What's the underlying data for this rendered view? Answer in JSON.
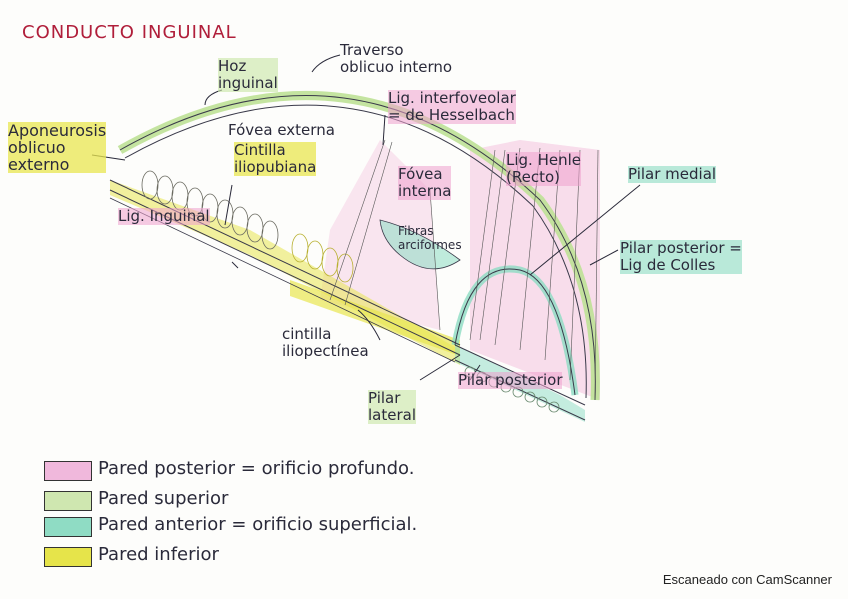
{
  "title": "CONDUCTO INGUINAL",
  "labels": {
    "traverso": [
      "Traverso",
      "oblicuo interno"
    ],
    "hoz": [
      "Hoz",
      "inguinal"
    ],
    "interfoveolar": [
      "Lig. interfoveolar",
      "= de Hesselbach"
    ],
    "aponeurosis": [
      "Aponeurosis",
      "oblicuo",
      "externo"
    ],
    "fovea_externa": "Fóvea externa",
    "cintilla_iliopubiana": [
      "Cintilla",
      "iliopubiana"
    ],
    "fovea_interna": [
      "Fóvea",
      "interna"
    ],
    "henle": [
      "Lig. Henle",
      "(Recto)"
    ],
    "pilar_medial": "Pilar medial",
    "fibras_arciformes": [
      "Fibras",
      "arciformes"
    ],
    "lig_inguinal": "Lig. Inguinal",
    "pilar_posterior": [
      "Pilar posterior =",
      "Lig de Colles"
    ],
    "cintilla_iliopectinea": [
      "cintilla",
      "iliopectínea"
    ],
    "pilar_lateral": [
      "Pilar",
      "lateral"
    ],
    "pilar_posterior_bottom": "Pilar posterior"
  },
  "legend": [
    {
      "text": "Pared posterior = orificio profundo.",
      "color": "#f0b8dc"
    },
    {
      "text": "Pared superior",
      "color": "#cfe7b0"
    },
    {
      "text": "Pared anterior = orificio superficial.",
      "color": "#8fdcc4"
    },
    {
      "text": "Pared inferior",
      "color": "#e6e44a"
    }
  ],
  "watermark": "Escaneado con CamScanner",
  "colors": {
    "title": "#b01e3a",
    "pink": "#eea0cd",
    "green": "#cde8aa",
    "teal": "#8cdcc3",
    "yellow": "#e8e650",
    "ink": "#2a2a3a"
  }
}
